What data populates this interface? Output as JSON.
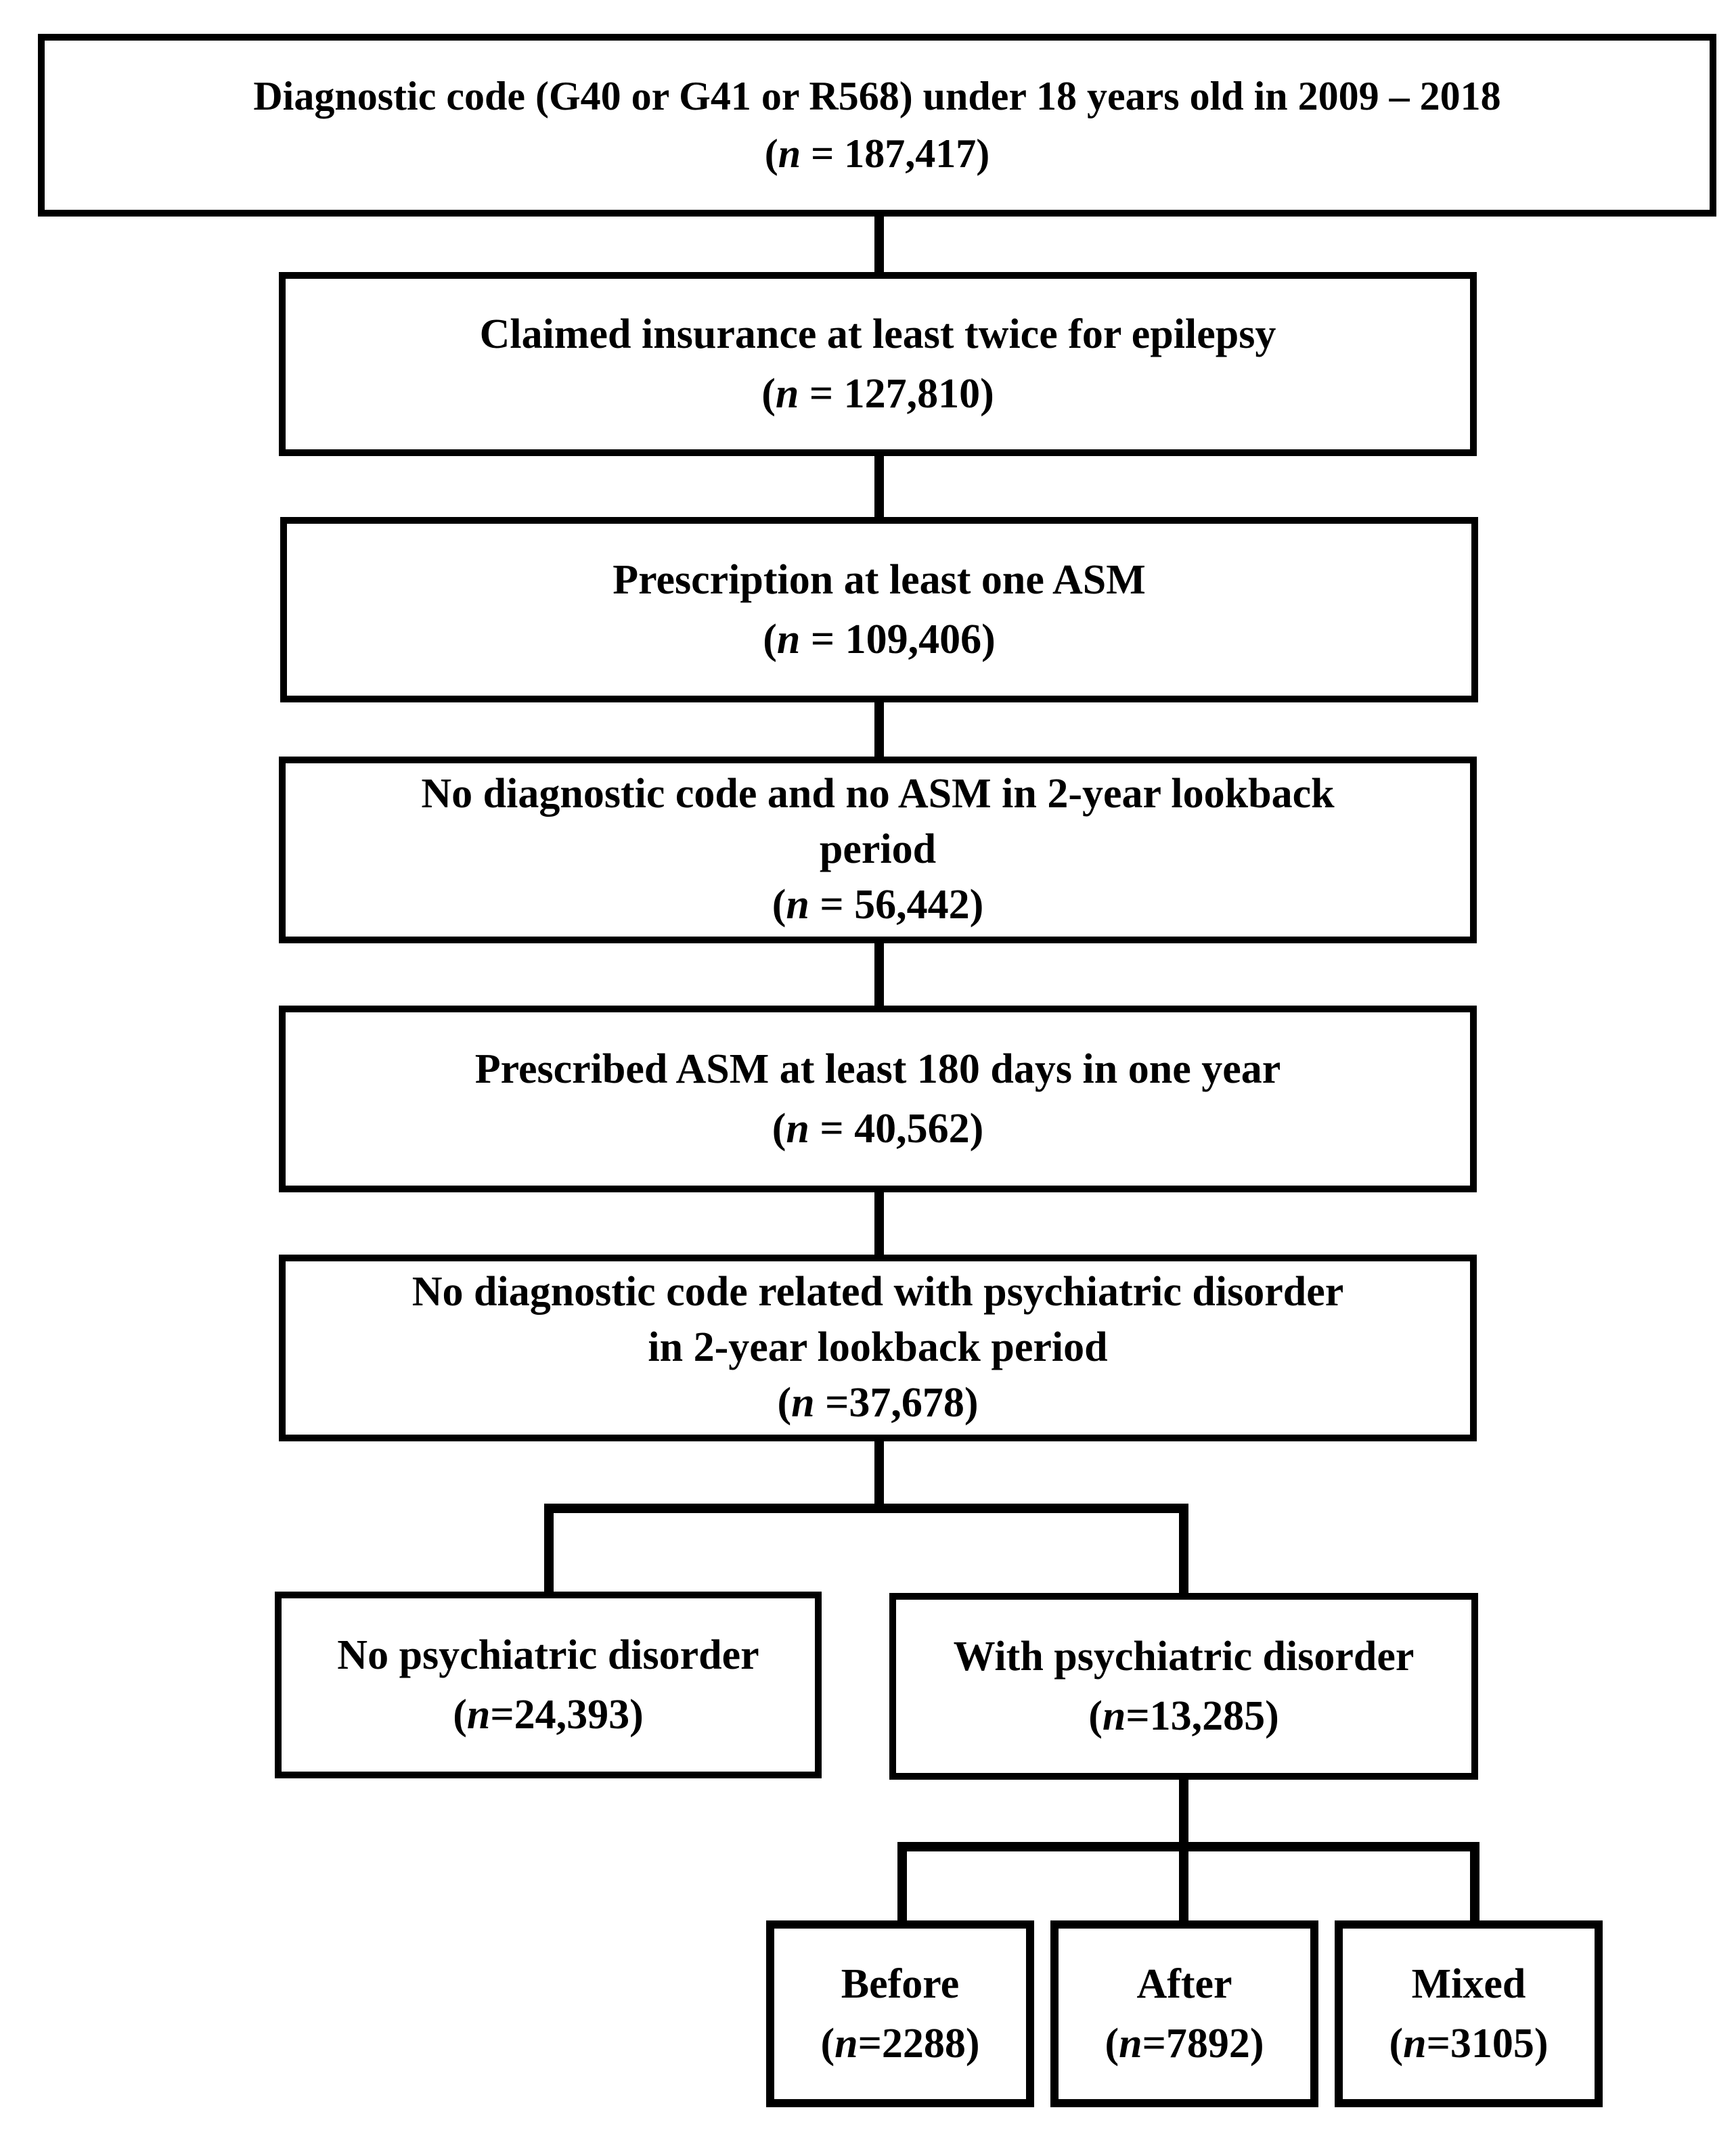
{
  "flowchart": {
    "steps": [
      {
        "lines": [
          "Diagnostic code (G40 or G41 or R568) under 18 years old in 2009 – 2018"
        ],
        "count_prefix": "(",
        "n": "n",
        "count": " = 187,417)"
      },
      {
        "lines": [
          "Claimed insurance at least twice for epilepsy"
        ],
        "count_prefix": "(",
        "n": "n",
        "count": " = 127,810)"
      },
      {
        "lines": [
          "Prescription at least one ASM"
        ],
        "count_prefix": "(",
        "n": "n",
        "count": " = 109,406)"
      },
      {
        "lines": [
          "No diagnostic code and no ASM in 2-year lookback",
          "period"
        ],
        "count_prefix": "(",
        "n": "n",
        "count": " = 56,442)"
      },
      {
        "lines": [
          "Prescribed ASM at least 180 days in one year"
        ],
        "count_prefix": "(",
        "n": "n",
        "count": " = 40,562)"
      },
      {
        "lines": [
          "No diagnostic code related with psychiatric disorder",
          "in 2-year lookback period"
        ],
        "count_prefix": "(",
        "n": "n",
        "count": " =37,678)"
      }
    ],
    "groups": [
      {
        "label": "No psychiatric disorder",
        "count_prefix": "(",
        "n": "n",
        "count": "=24,393)"
      },
      {
        "label": "With psychiatric disorder",
        "count_prefix": "(",
        "n": "n",
        "count": "=13,285)"
      }
    ],
    "subgroups": [
      {
        "label": "Before",
        "count_prefix": "(",
        "n": "n",
        "count": "=2288)"
      },
      {
        "label": "After",
        "count_prefix": "(",
        "n": "n",
        "count": "=7892)"
      },
      {
        "label": "Mixed",
        "count_prefix": "(",
        "n": "n",
        "count": "=3105)"
      }
    ]
  }
}
